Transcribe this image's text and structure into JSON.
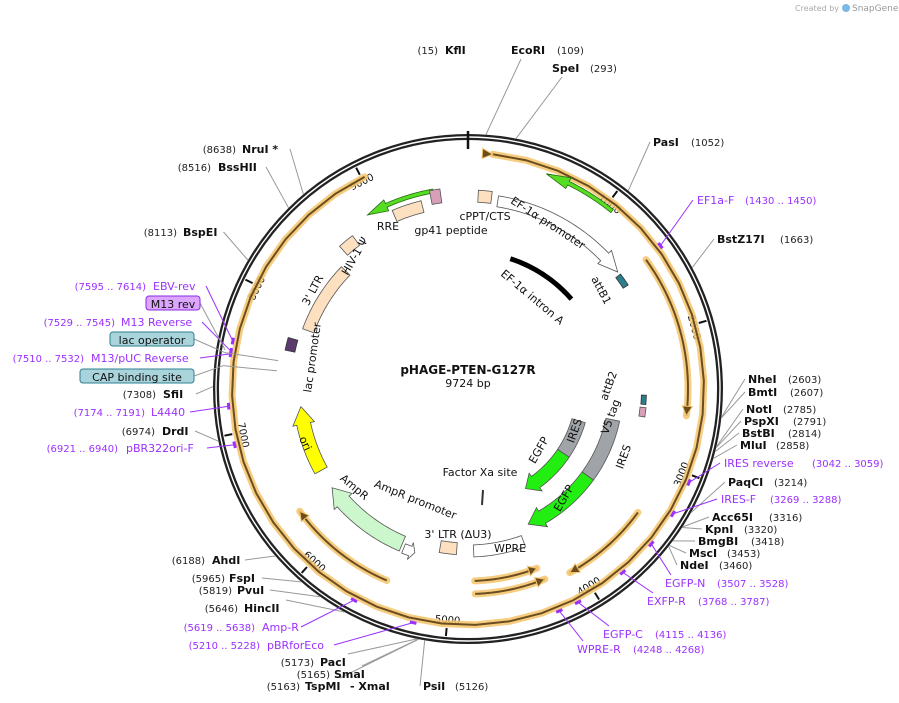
{
  "watermark": {
    "created_by": "Created by",
    "brand": "SnapGene"
  },
  "plasmid": {
    "name": "pHAGE-PTEN-G127R",
    "length_label": "9724 bp",
    "length": 9724
  },
  "ticks": [
    "1000",
    "2000",
    "3000",
    "4000",
    "5000",
    "6000",
    "7000",
    "8000",
    "9000"
  ],
  "cut_sites": [
    {
      "name": "KflI",
      "position": "(15)"
    },
    {
      "name": "EcoRI",
      "position": "(109)"
    },
    {
      "name": "SpeI",
      "position": "(293)"
    },
    {
      "name": "PasI",
      "position": "(1052)"
    },
    {
      "name": "BstZ17I",
      "position": "(1663)"
    },
    {
      "name": "NheI",
      "position": "(2603)"
    },
    {
      "name": "BmtI",
      "position": "(2607)"
    },
    {
      "name": "NotI",
      "position": "(2785)"
    },
    {
      "name": "PspXI",
      "position": "(2791)"
    },
    {
      "name": "BstBI",
      "position": "(2814)"
    },
    {
      "name": "MluI",
      "position": "(2858)"
    },
    {
      "name": "PaqCI",
      "position": "(3214)"
    },
    {
      "name": "Acc65I",
      "position": "(3316)"
    },
    {
      "name": "KpnI",
      "position": "(3320)"
    },
    {
      "name": "BmgBI",
      "position": "(3418)"
    },
    {
      "name": "MscI",
      "position": "(3453)"
    },
    {
      "name": "NdeI",
      "position": "(3460)"
    },
    {
      "name": "PsiI",
      "position": "(5126)"
    },
    {
      "name": "TspMI",
      "position": "(5163)",
      "extra": "- XmaI"
    },
    {
      "name": "SmaI",
      "position": "(5165)"
    },
    {
      "name": "PacI",
      "position": "(5173)"
    },
    {
      "name": "HincII",
      "position": "(5646)"
    },
    {
      "name": "PvuI",
      "position": "(5819)"
    },
    {
      "name": "FspI",
      "position": "(5965)"
    },
    {
      "name": "AhdI",
      "position": "(6188)"
    },
    {
      "name": "DrdI",
      "position": "(6974)"
    },
    {
      "name": "SfiI",
      "position": "(7308)"
    },
    {
      "name": "BspEI",
      "position": "(8113)"
    },
    {
      "name": "BssHII",
      "position": "(8516)"
    },
    {
      "name": "NruI *",
      "position": "(8638)"
    }
  ],
  "primers": [
    {
      "name": "EF1a-F",
      "range": "(1430 .. 1450)"
    },
    {
      "name": "IRES reverse",
      "range": "(3042 .. 3059)"
    },
    {
      "name": "IRES-F",
      "range": "(3269 .. 3288)"
    },
    {
      "name": "EGFP-N",
      "range": "(3507 .. 3528)"
    },
    {
      "name": "EXFP-R",
      "range": "(3768 .. 3787)"
    },
    {
      "name": "EGFP-C",
      "range": "(4115 .. 4136)"
    },
    {
      "name": "WPRE-R",
      "range": "(4248 .. 4268)"
    },
    {
      "name": "pBRforEco",
      "range": "(5210 .. 5228)"
    },
    {
      "name": "Amp-R",
      "range": "(5619 .. 5638)"
    },
    {
      "name": "pBR322ori-F",
      "range": "(6921 .. 6940)"
    },
    {
      "name": "L4440",
      "range": "(7174 .. 7191)"
    },
    {
      "name": "M13/pUC Reverse",
      "range": "(7510 .. 7532)"
    },
    {
      "name": "M13 Reverse",
      "range": "(7529 .. 7545)"
    },
    {
      "name": "EBV-rev",
      "range": "(7595 .. 7614)"
    }
  ],
  "boxed_labels": [
    {
      "name": "M13 rev",
      "fill": "#dca6ff",
      "stroke": "#8a2be2"
    },
    {
      "name": "lac operator",
      "fill": "#a9d4dc",
      "stroke": "#2f7f8f"
    },
    {
      "name": "CAP binding site",
      "fill": "#a9d4dc",
      "stroke": "#2f7f8f"
    }
  ],
  "features": [
    {
      "name": "RRE"
    },
    {
      "name": "gp41 peptide"
    },
    {
      "name": "cPPT/CTS"
    },
    {
      "name": "EF-1α promoter"
    },
    {
      "name": "attB1"
    },
    {
      "name": "EF-1α intron A"
    },
    {
      "name": "HIV-1 Ψ"
    },
    {
      "name": "3' LTR"
    },
    {
      "name": "lac promoter"
    },
    {
      "name": "ori"
    },
    {
      "name": "AmpR"
    },
    {
      "name": "AmpR promoter"
    },
    {
      "name": "3' LTR (ΔU3)"
    },
    {
      "name": "WPRE"
    },
    {
      "name": "Factor Xa site"
    },
    {
      "name": "EGFP"
    },
    {
      "name": "IRES"
    },
    {
      "name": "EGFP"
    },
    {
      "name": "IRES"
    },
    {
      "name": "V5 tag"
    },
    {
      "name": "attB2"
    }
  ],
  "colors": {
    "primer": "#9b30ff",
    "orf": "#f5c46a",
    "egfp": "#22ee11",
    "ampr": "#ccf7cc",
    "ori": "#ffff00",
    "ltr": "#fde0c0",
    "ires": "#a0a4a8",
    "attb": "#2b7f8c",
    "v5": "#d8a0b8"
  }
}
